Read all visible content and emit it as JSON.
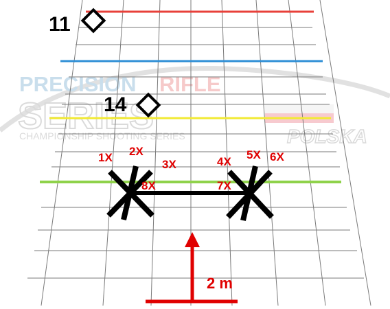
{
  "watermark": {
    "line1_a": "PRECISION",
    "line1_b": "RIFLE",
    "line2": "SERIES",
    "line3": "CHAMPIONSHIP SHOOTING SERIES",
    "country": "POLSKA"
  },
  "stations": [
    {
      "label": "11",
      "icon": "diamond-icon"
    },
    {
      "label": "14",
      "icon": "diamond-icon"
    }
  ],
  "lines": [
    {
      "name": "red-line",
      "color": "#e8403a"
    },
    {
      "name": "blue-line",
      "color": "#2f8fd6"
    },
    {
      "name": "yellow-line",
      "color": "#f2ea35"
    },
    {
      "name": "green-line",
      "color": "#8fd24a"
    }
  ],
  "positions": {
    "left_group": [
      "1X",
      "2X",
      "3X",
      "8X"
    ],
    "right_group": [
      "4X",
      "5X",
      "6X",
      "7X"
    ],
    "marker_icon": "cross-icon"
  },
  "distance": {
    "label": "2 m",
    "color": "#e00000",
    "icon": "arrow-up-icon"
  },
  "colors": {
    "grid": "#7a7a7a",
    "ink": "#000000",
    "label_red": "#e00000"
  }
}
